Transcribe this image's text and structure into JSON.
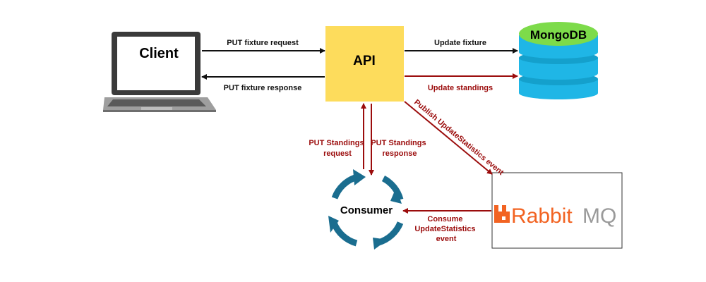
{
  "colors": {
    "flow_black": "#111111",
    "flow_red": "#9b0c0c",
    "api_fill": "#fddc5c",
    "mongo_fill": "#1fb6e6",
    "mongo_cap": "#7ddb4a",
    "consumer_arrow": "#1a6d8f",
    "rabbit_orange": "#f26322",
    "rabbit_gray": "#9a9a9a"
  },
  "nodes": {
    "client": {
      "label": "Client",
      "icon": "laptop-icon"
    },
    "api": {
      "label": "API"
    },
    "mongodb": {
      "label": "MongoDB",
      "icon": "database-icon"
    },
    "consumer": {
      "label": "Consumer",
      "icon": "cycle-arrows-icon"
    },
    "rabbitmq": {
      "logo_text_a": "Rabbit",
      "logo_text_b": "MQ",
      "icon": "rabbitmq-logo"
    }
  },
  "edges": {
    "put_fixture_request": "PUT fixture request",
    "put_fixture_response": "PUT fixture response",
    "update_fixture": "Update fixture",
    "update_standings": "Update standings",
    "publish_event": "Publish UpdateStatistics event",
    "put_standings_request": [
      "PUT Standings",
      "request"
    ],
    "put_standings_response": [
      "PUT Standings",
      "response"
    ],
    "consume_event": [
      "Consume",
      "UpdateStatistics",
      "event"
    ]
  }
}
